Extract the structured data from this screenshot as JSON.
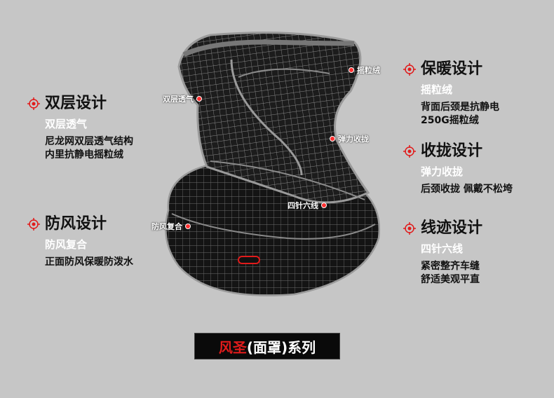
{
  "colors": {
    "accent": "#e11b1b",
    "background": "#c6c6c6",
    "banner_bg": "#0a0a0a"
  },
  "features": {
    "double": {
      "icon": "target-icon",
      "title": "双层设计",
      "subtitle": "双层透气",
      "desc": "尼龙网双层透气结构\n内里抗静电摇粒绒"
    },
    "wind": {
      "icon": "target-icon",
      "title": "防风设计",
      "subtitle": "防风复合",
      "desc": "正面防风保暖防泼水"
    },
    "warm": {
      "icon": "target-icon",
      "title": "保暖设计",
      "subtitle": "摇粒绒",
      "desc": "背面后颈是抗静电\n250G摇粒绒"
    },
    "tight": {
      "icon": "target-icon",
      "title": "收拢设计",
      "subtitle": "弹力收拢",
      "desc": "后颈收拢 佩戴不松垮"
    },
    "stitch": {
      "icon": "target-icon",
      "title": "线迹设计",
      "subtitle": "四针六线",
      "desc": "紧密整齐车缝\n舒适美观平直"
    }
  },
  "callouts": {
    "shake": "摇粒绒",
    "breath": "双层透气",
    "elastic": "弹力收拢",
    "stitch": "四针六线",
    "wind": "防风复合"
  },
  "banner": {
    "accent_text": "风圣",
    "rest_text": "(面罩)系列"
  }
}
